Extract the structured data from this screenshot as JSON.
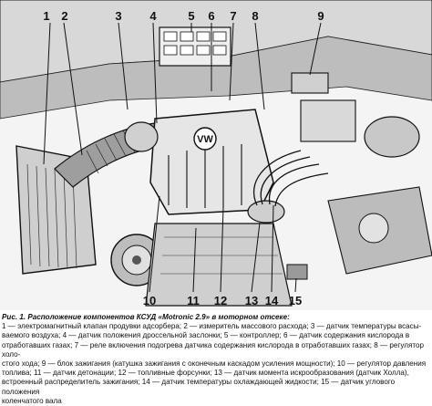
{
  "callouts": [
    "1",
    "2",
    "3",
    "4",
    "5",
    "6",
    "7",
    "8",
    "9",
    "10",
    "11",
    "12",
    "13",
    "14",
    "15"
  ],
  "caption": {
    "title": "Рис. 1. Расположение компонентов КСУД «Motronic 2.9» в моторном отсеке:",
    "body": "1 — электромагнитный клапан продувки адсорбера; 2 — измеритель массового расхода; 3 — датчик температуры всасы-\nваемого воздуха; 4 — датчик положения дроссельной заслонки; 5 — контроллер; 6 — датчик содержания кислорода в\nотработавших газах; 7 — реле включения подогрева датчика содержания кислорода в отработавших газах; 8 — регулятор холо-\nстого хода; 9 — блок зажигания (катушка зажигания с оконечным каскадом усиления мощности); 10 — регулятор давления\nтоплива; 11 — датчик детонации; 12 — топливные форсунки; 13 — датчик момента искрообразования (датчик Холла),\nвстроенный распределитель зажигания; 14 — датчик температуры охлаждающей жидкости; 15 — датчик углового положения\nколенчатого вала"
  },
  "colors": {
    "ink": "#111111",
    "paper": "#ffffff"
  }
}
